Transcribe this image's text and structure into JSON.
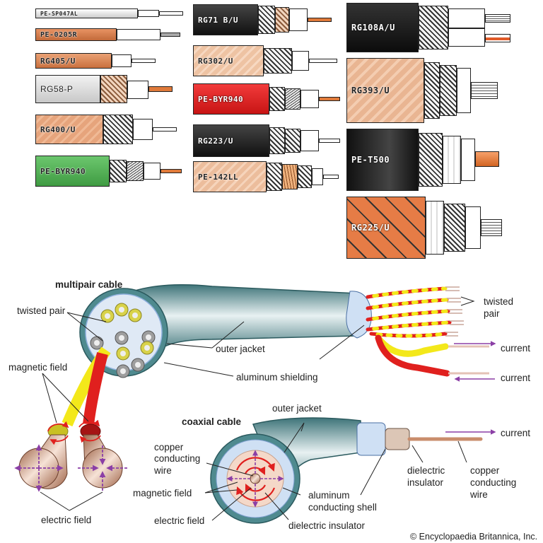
{
  "cable_catalog": {
    "column_1": [
      {
        "label": "PE-SP047AL",
        "jacket_color": "#e8e8e8"
      },
      {
        "label": "PE-0205R",
        "jacket_color": "#d9824f"
      },
      {
        "label": "RG405/U",
        "jacket_color": "#d9895a"
      },
      {
        "label": "RG58-P",
        "jacket_color": "#d4d4d4"
      },
      {
        "label": "RG400/U",
        "jacket_color": "#e2a07a"
      },
      {
        "label": "PE-BYR940",
        "jacket_color": "#4caf50"
      }
    ],
    "column_2": [
      {
        "label": "RG71 B/U",
        "jacket_color": "#1e1e1e"
      },
      {
        "label": "RG302/U",
        "jacket_color": "#edc3a4"
      },
      {
        "label": "PE-BYR940",
        "jacket_color": "#e52222"
      },
      {
        "label": "RG223/U",
        "jacket_color": "#1e1e1e"
      },
      {
        "label": "PE-142LL",
        "jacket_color": "#ecbfa0"
      }
    ],
    "column_3": [
      {
        "label": "RG108A/U",
        "jacket_color": "#1e1e1e"
      },
      {
        "label": "RG393/U",
        "jacket_color": "#e9b998"
      },
      {
        "label": "PE-T500",
        "jacket_color": "#222222"
      },
      {
        "label": "RG225/U",
        "jacket_color": "#e27a45"
      }
    ]
  },
  "multipair": {
    "title": "multipair cable",
    "labels": {
      "twisted_pair_left": "twisted pair",
      "magnetic_field": "magnetic field",
      "outer_jacket": "outer jacket",
      "aluminum_shielding": "aluminum shielding",
      "twisted_pair_right_1": "twisted",
      "twisted_pair_right_2": "pair",
      "current_1": "current",
      "current_2": "current",
      "electric_field": "electric field"
    }
  },
  "coaxial": {
    "title": "coaxial cable",
    "labels": {
      "outer_jacket": "outer jacket",
      "copper_wire_left_1": "copper",
      "copper_wire_left_2": "conducting",
      "copper_wire_left_3": "wire",
      "magnetic_field": "magnetic field",
      "electric_field": "electric field",
      "dielectric_insulator_bottom": "dielectric insulator",
      "aluminum_shell_1": "aluminum",
      "aluminum_shell_2": "conducting shell",
      "dielectric_insulator_right_1": "dielectric",
      "dielectric_insulator_right_2": "insulator",
      "copper_wire_right_1": "copper",
      "copper_wire_right_2": "conducting",
      "copper_wire_right_3": "wire",
      "current": "current"
    }
  },
  "colors": {
    "jacket_teal": "#4f8a8f",
    "wire_red": "#e0201e",
    "wire_yellow": "#f3e81a",
    "field_purple": "#8b3fa6",
    "shield_blue": "#c9dcf2",
    "copper": "#c98d6c"
  },
  "credit": "© Encyclopaedia Britannica, Inc."
}
